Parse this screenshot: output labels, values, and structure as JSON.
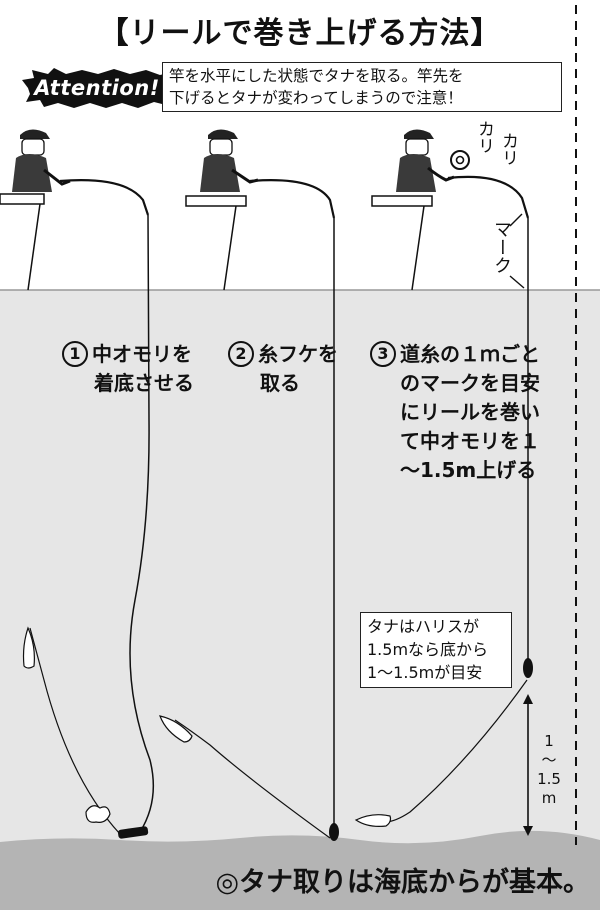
{
  "title": "【リールで巻き上げる方法】",
  "attention": {
    "badge": "Attention!",
    "notice_line1": "竿を水平にした状態でタナを取る。竿先を",
    "notice_line2": "下げるとタナが変わってしまうので注意！"
  },
  "steps": [
    {
      "num": "1",
      "lines": [
        "中オモリを",
        "着底させる"
      ]
    },
    {
      "num": "2",
      "lines": [
        "糸フケを",
        "取る"
      ]
    },
    {
      "num": "3",
      "lines": [
        "道糸の１ｍごと",
        "のマークを目安",
        "にリールを巻い",
        "て中オモリを１",
        "〜1.5m上げる"
      ]
    }
  ],
  "labels": {
    "kari1": "カリ",
    "kari2": "カリ",
    "mark": "マーク",
    "range": [
      "1",
      "〜",
      "1.5",
      "m"
    ]
  },
  "tana_note": [
    "タナはハリスが",
    "1.5mなら底から",
    "1〜1.5mが目安"
  ],
  "footer": "◎タナ取りは海底からが基本。",
  "colors": {
    "water": "#e6e6e6",
    "seabed": "#b4b4b4",
    "line": "#111111"
  }
}
